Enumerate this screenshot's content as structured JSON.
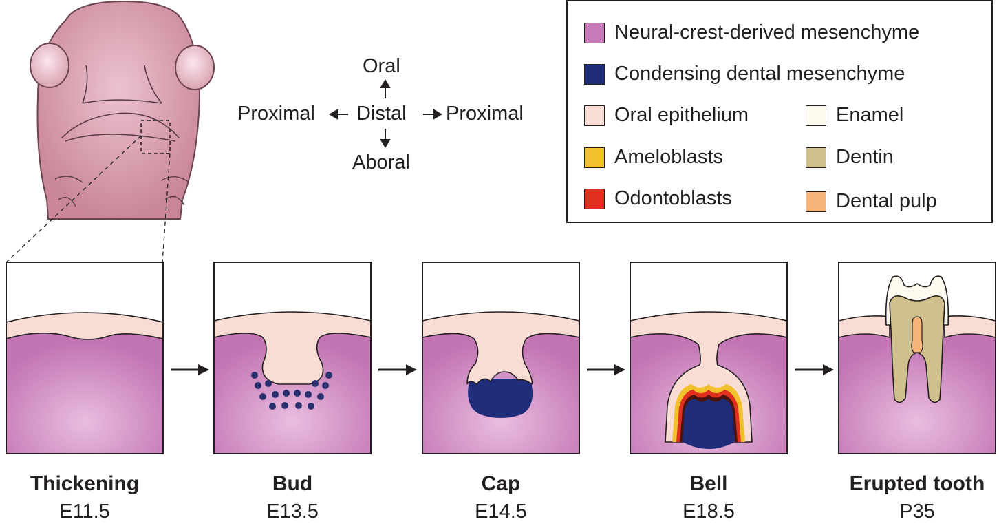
{
  "compass": {
    "top": "Oral",
    "center": "Distal",
    "left": "Proximal",
    "right": "Proximal",
    "bottom": "Aboral"
  },
  "legend": {
    "items": [
      {
        "label": "Neural-crest-derived mesenchyme",
        "color": "#c77bb8"
      },
      {
        "label": "Condensing dental mesenchyme",
        "color": "#1f2d7a"
      },
      {
        "label": "Oral epithelium",
        "color": "#f9ddd5"
      },
      {
        "label": "Enamel",
        "color": "#fdfaf0"
      },
      {
        "label": "Ameloblasts",
        "color": "#f2c12e"
      },
      {
        "label": "Dentin",
        "color": "#cfc08e"
      },
      {
        "label": "Odontoblasts",
        "color": "#e0301e"
      },
      {
        "label": "Dental pulp",
        "color": "#f8b579"
      }
    ]
  },
  "stages": [
    {
      "name": "Thickening",
      "age": "E11.5"
    },
    {
      "name": "Bud",
      "age": "E13.5"
    },
    {
      "name": "Cap",
      "age": "E14.5"
    },
    {
      "name": "Bell",
      "age": "E18.5"
    },
    {
      "name": "Erupted tooth",
      "age": "P35"
    }
  ],
  "colors": {
    "mesenchyme": "#c77bb8",
    "mesenchyme_light": "#e6b6da",
    "epithelium": "#f9ddd5",
    "condensing": "#1f2d7a",
    "head_skin": "#d79aaa",
    "outline": "#231f20"
  }
}
